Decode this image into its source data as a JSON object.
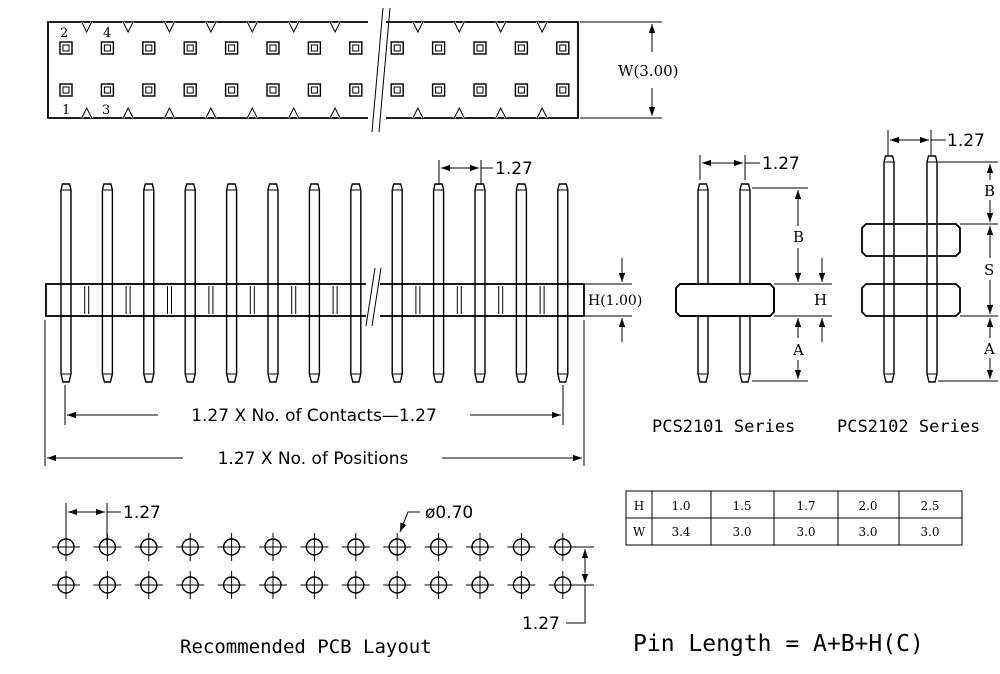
{
  "top_view": {
    "pin_labels": [
      "2",
      "4",
      "1",
      "3"
    ],
    "width_label": "W(3.00)"
  },
  "front_view": {
    "pitch_label": "1.27",
    "height_label": "H(1.00)",
    "contacts_label": "1.27 X No. of Contacts—1.27",
    "positions_label": "1.27 X No. of Positions"
  },
  "side_2101": {
    "pitch_label": "1.27",
    "b_label": "B",
    "h_label": "H",
    "a_label": "A",
    "title": "PCS2101 Series"
  },
  "side_2102": {
    "pitch_label": "1.27",
    "b_label": "B",
    "s_label": "S",
    "a_label": "A",
    "title": "PCS2102 Series"
  },
  "table": {
    "rows": [
      {
        "header": "H",
        "values": [
          "1.0",
          "1.5",
          "1.7",
          "2.0",
          "2.5"
        ]
      },
      {
        "header": "W",
        "values": [
          "3.4",
          "3.0",
          "3.0",
          "3.0",
          "3.0"
        ]
      }
    ]
  },
  "pcb_layout": {
    "pitch_label": "1.27",
    "hole_label": "ø0.70",
    "row_pitch_label": "1.27",
    "title": "Recommended PCB Layout"
  },
  "formula": "Pin Length = A+B+H(C)"
}
